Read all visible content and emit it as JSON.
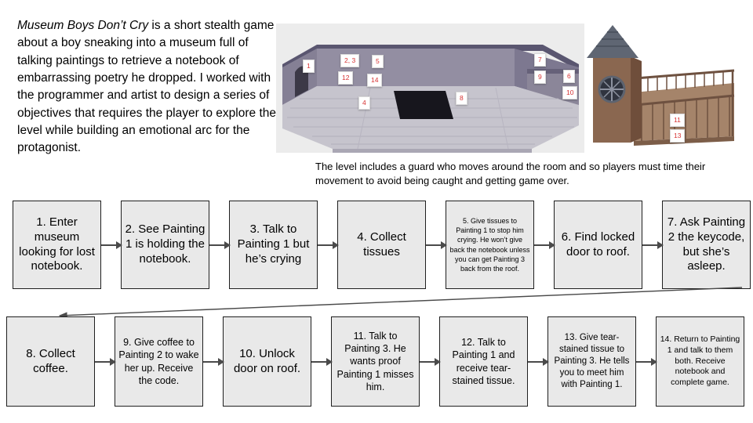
{
  "intro": {
    "title": "Museum Boys Don’t Cry",
    "body": " is a short stealth game about a boy sneaking into a museum full of talking paintings to retrieve a notebook of embarrassing poetry he dropped. I worked with the programmer and artist to design a series of objectives that requires the player to explore the level while building an emotional arc for the protagonist."
  },
  "caption": "The level includes a guard who moves around the room and so players must time their movement to avoid being caught and getting game over.",
  "map": {
    "label_color": "#d63131",
    "museum_labels": [
      "1",
      "2, 3",
      "5",
      "12",
      "14",
      "4",
      "8",
      "7",
      "9",
      "6",
      "10"
    ],
    "roof_labels": [
      "11",
      "13"
    ]
  },
  "flow": {
    "row1": [
      "1. Enter museum looking for lost notebook.",
      "2. See Painting 1 is holding the notebook.",
      "3. Talk to Painting 1 but he’s crying",
      "4. Collect tissues",
      "5. Give tissues to Painting 1 to stop him crying. He won’t give back the notebook unless you can get Painting 3 back from the roof.",
      "6. Find locked door to roof.",
      "7. Ask Painting 2 the keycode, but she’s asleep."
    ],
    "row2": [
      "8. Collect coffee.",
      "9. Give coffee to Painting 2 to wake her up. Receive the code.",
      "10. Unlock door on roof.",
      "11. Talk to Painting 3. He wants proof Painting 1 misses him.",
      "12. Talk to Painting 1 and receive tear-stained tissue.",
      "13. Give tear-stained tissue to Painting 3. He tells you to meet him with Painting 1.",
      "14. Return to Painting 1 and talk to them both. Receive notebook and complete game."
    ]
  }
}
